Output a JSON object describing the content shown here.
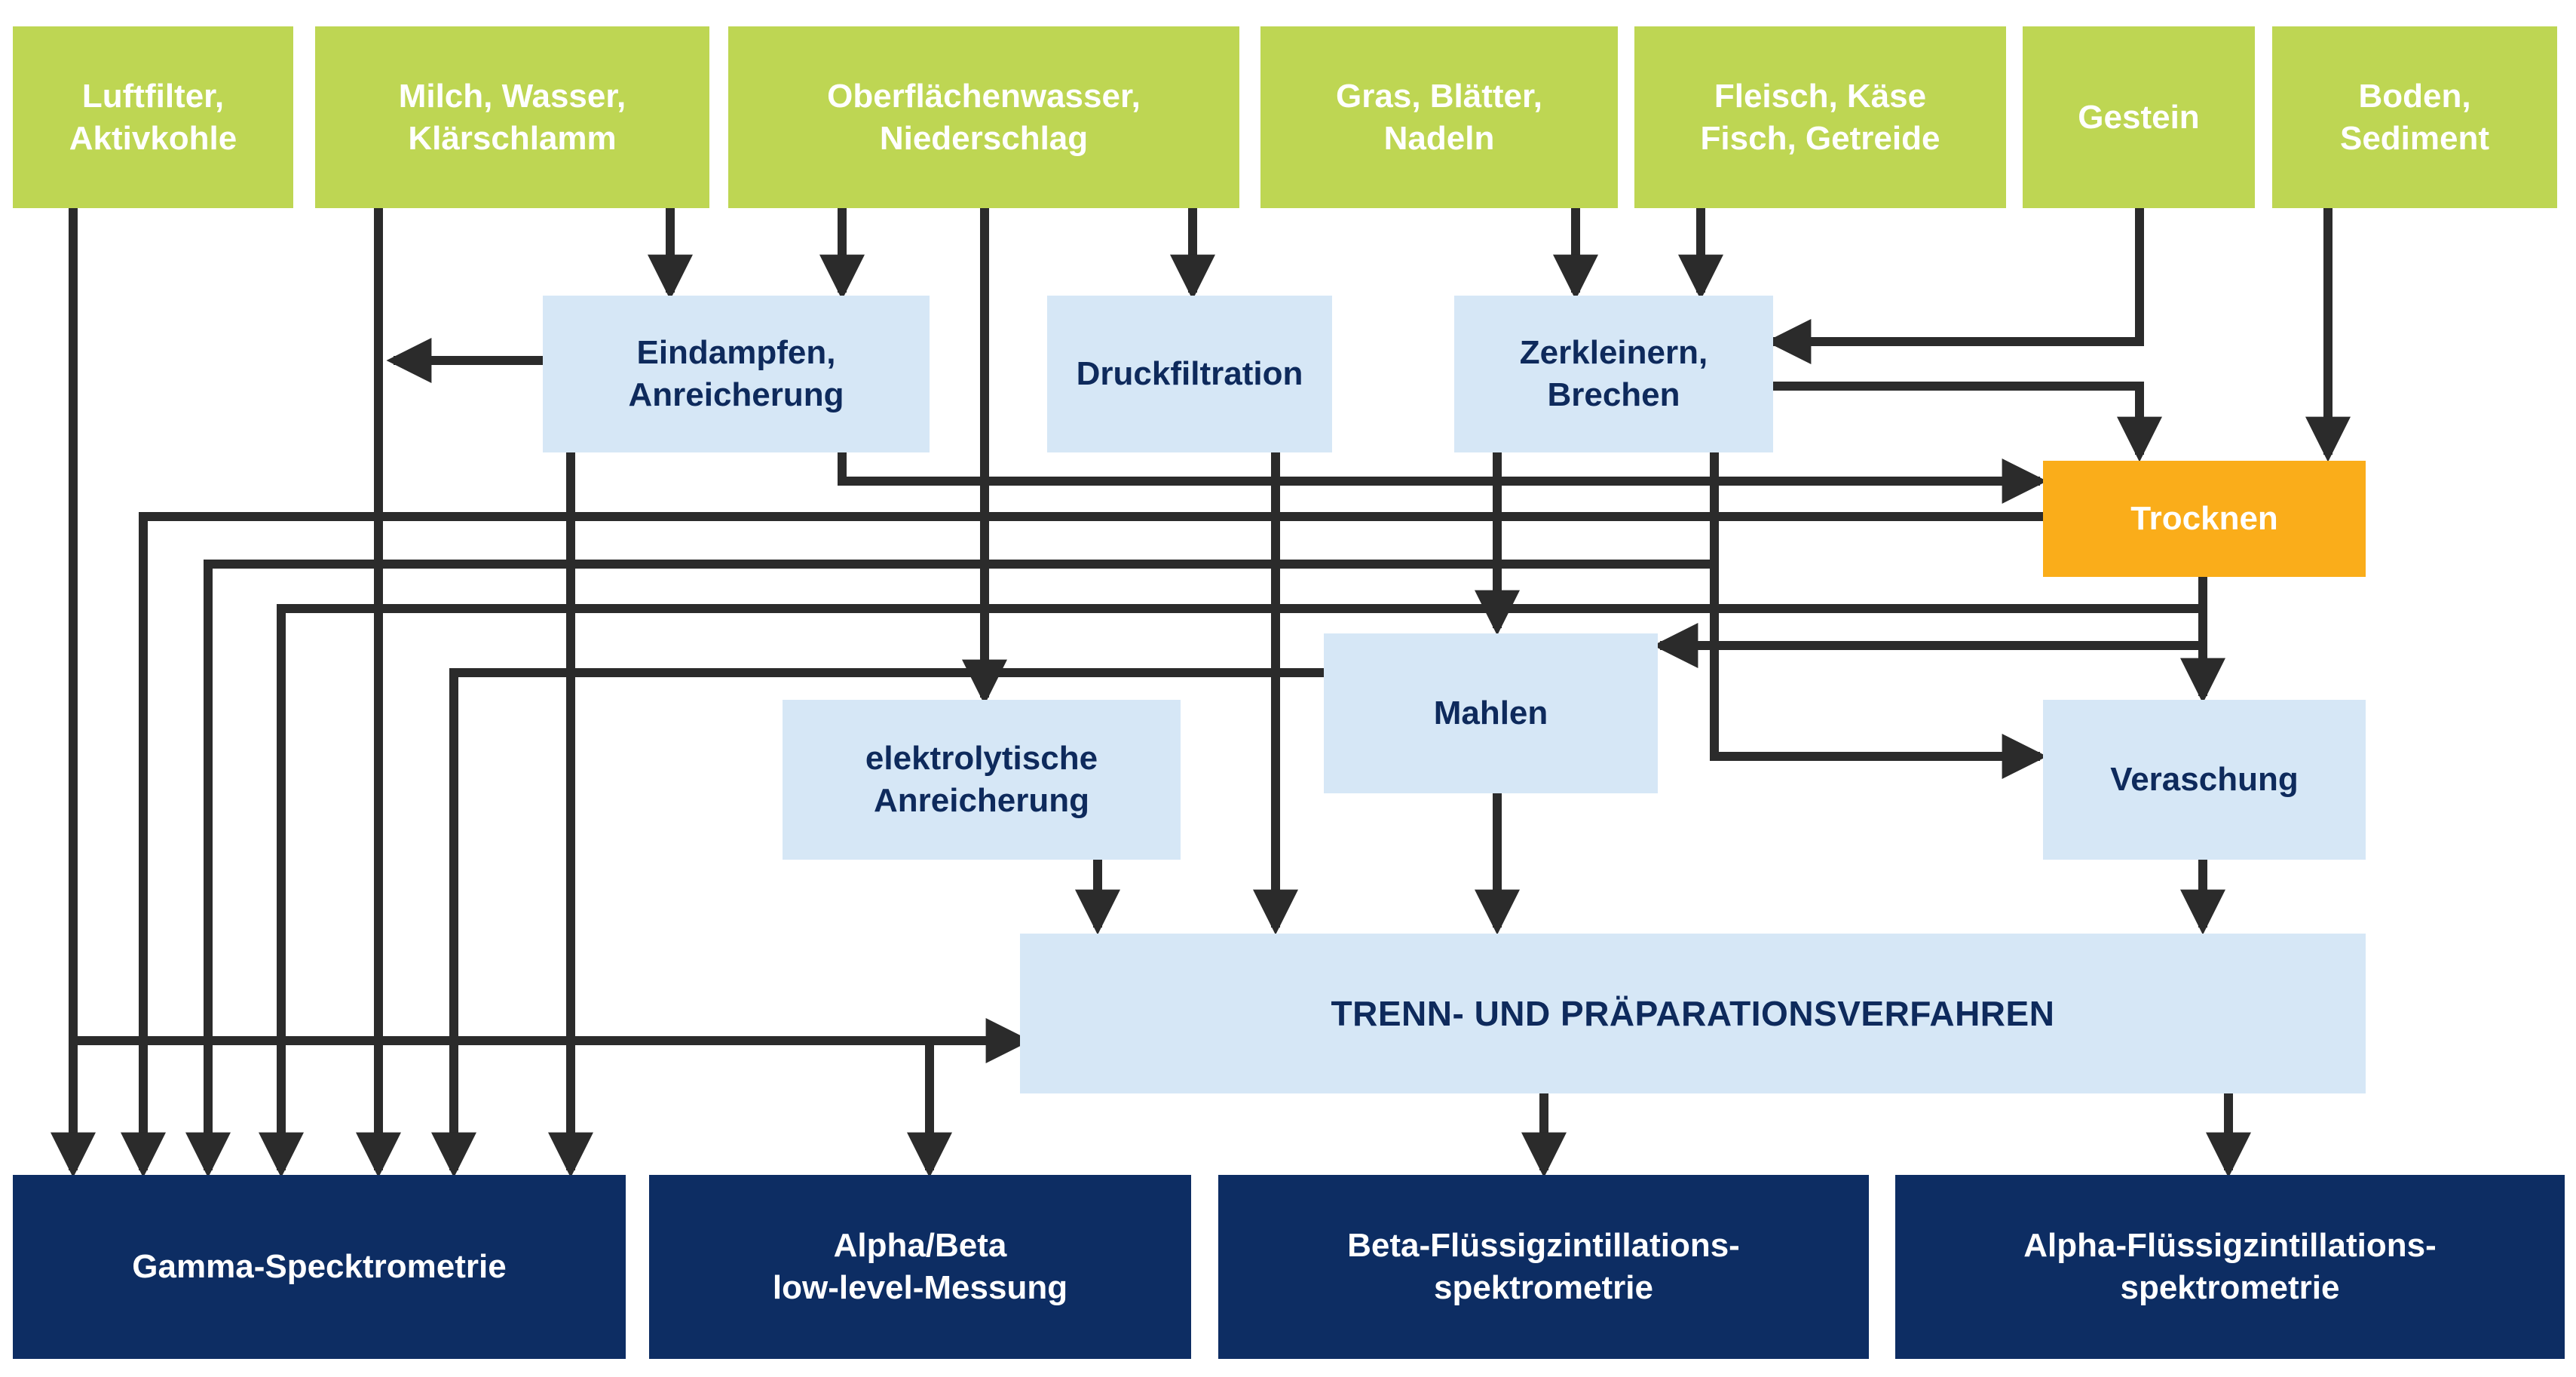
{
  "sources": {
    "luftfilter": "Luftfilter,\nAktivkohle",
    "milch": "Milch, Wasser,\nKlärschlamm",
    "oberflaeche": "Oberflächenwasser,\nNiederschlag",
    "gras": "Gras, Blätter,\nNadeln",
    "fleisch": "Fleisch, Käse\nFisch, Getreide",
    "gestein": "Gestein",
    "boden": "Boden,\nSediment"
  },
  "processes": {
    "eindampfen": "Eindampfen,\nAnreicherung",
    "druckfiltration": "Druckfiltration",
    "zerkleinern": "Zerkleinern,\nBrechen",
    "trocknen": "Trocknen",
    "mahlen": "Mahlen",
    "elektrolytisch": "elektrolytische\nAnreicherung",
    "veraschung": "Veraschung",
    "trennung": "TRENN- UND PRÄPARATIONSVERFAHREN"
  },
  "outputs": {
    "gamma": "Gamma-Specktrometrie",
    "alphabeta": "Alpha/Beta\nlow-level-Messung",
    "beta_fl": "Beta-Flüssigzintillations-\nspektrometrie",
    "alpha_fl": "Alpha-Flüssigzintillations-\nspektrometrie"
  },
  "colors": {
    "source": "#bed653",
    "process": "#d6e7f6",
    "drying": "#faad1a",
    "output": "#0d2d63",
    "arrow": "#2b2b2b"
  }
}
